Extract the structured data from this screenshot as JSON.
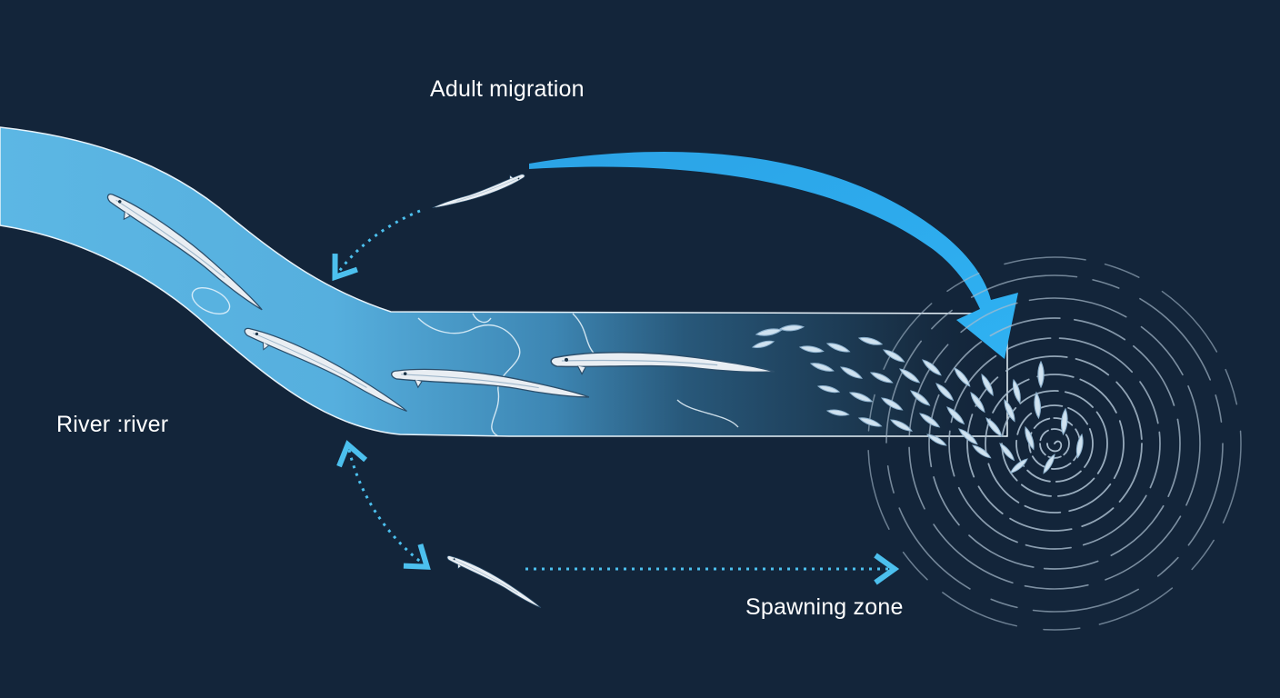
{
  "labels": {
    "adult_migration": "Adult migration",
    "river": "River :river",
    "spawning_zone": "Spawning zone"
  },
  "colors": {
    "background": "#13253a",
    "river": "#5ab4e2",
    "arrow": "#2aa6ec",
    "dotted": "#4cc0ee",
    "eel": "#e8eef3",
    "vortex": "#9fb4c8"
  },
  "icons": {
    "adult_eel": "eel-icon",
    "silver_eel": "eel-icon",
    "larva": "leptocephalus-icon",
    "vortex": "spiral-icon"
  }
}
